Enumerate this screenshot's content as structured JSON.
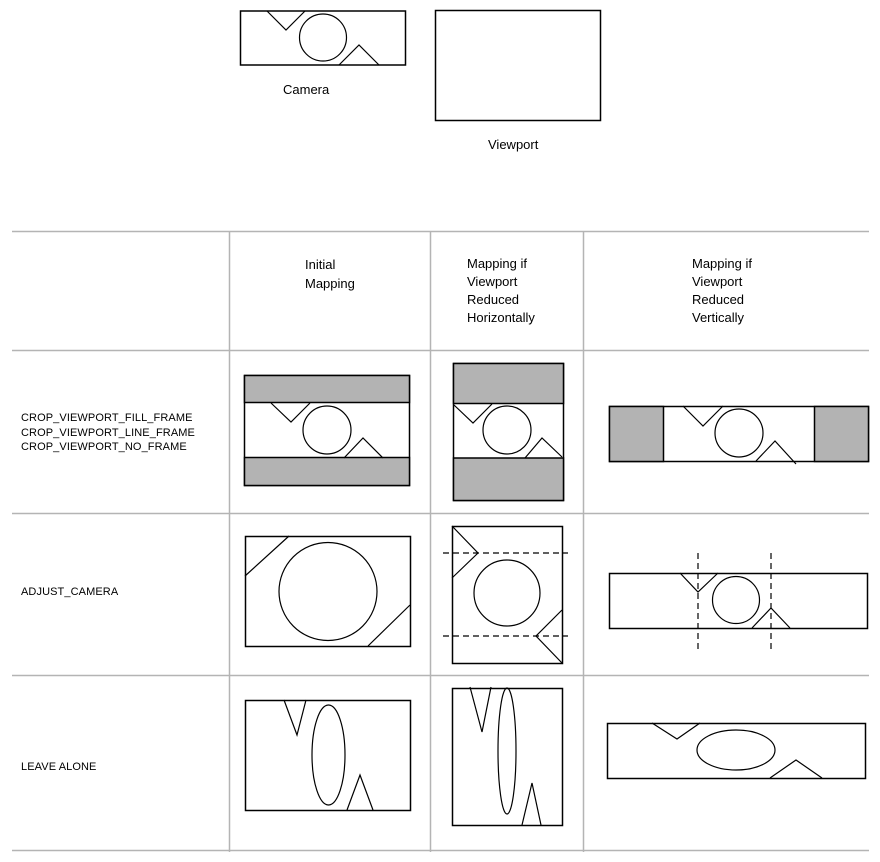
{
  "top": {
    "camera_label": "Camera",
    "viewport_label": "Viewport"
  },
  "table": {
    "headers": [
      "",
      [
        "Initial",
        "Mapping"
      ],
      [
        "Mapping if",
        "Viewport",
        "Reduced",
        "Horizontally"
      ],
      [
        "Mapping if",
        "Viewport",
        "Reduced",
        "Vertically"
      ]
    ],
    "header_lines": {
      "initial": {
        "l1": "Initial",
        "l2": "Mapping"
      },
      "horizontal": {
        "l1": "Mapping if",
        "l2": "Viewport",
        "l3": "Reduced",
        "l4": "Horizontally"
      },
      "vertical": {
        "l1": "Mapping if",
        "l2": "Viewport",
        "l3": "Reduced",
        "l4": "Vertically"
      }
    },
    "rows": [
      {
        "label": "CROP_VIEWPORT_FILL_FRAME\nCROP_VIEWPORT_LINE_FRAME\nCROP_VIEWPORT_NO_FRAME"
      },
      {
        "label": "ADJUST_CAMERA"
      },
      {
        "label": "LEAVE ALONE"
      }
    ]
  },
  "colors": {
    "fill_frame_grey": "#b3b3b3",
    "grid_line": "#b4b4b4",
    "stroke": "#000000"
  },
  "icons": {
    "scene_shapes": [
      "v-triangle",
      "circle",
      "up-triangle"
    ]
  }
}
